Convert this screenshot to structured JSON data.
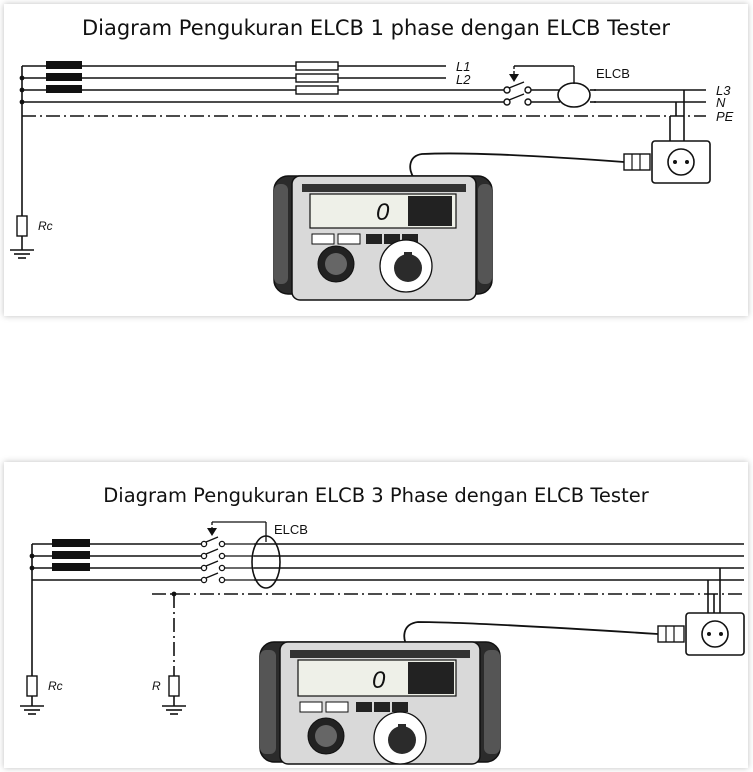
{
  "diagram1": {
    "title": "Diagram Pengukuran ELCB 1 phase dengan ELCB Tester",
    "line_labels": [
      "L1",
      "L2",
      "L3",
      "N",
      "PE"
    ],
    "elcb_label": "ELCB",
    "ground_label": "Rc",
    "tester_display": "0"
  },
  "diagram2": {
    "title": "Diagram Pengukuran ELCB 3 Phase dengan ELCB Tester",
    "elcb_label": "ELCB",
    "ground_label": "Rc",
    "ground_label_2": "R",
    "tester_display": "0"
  }
}
